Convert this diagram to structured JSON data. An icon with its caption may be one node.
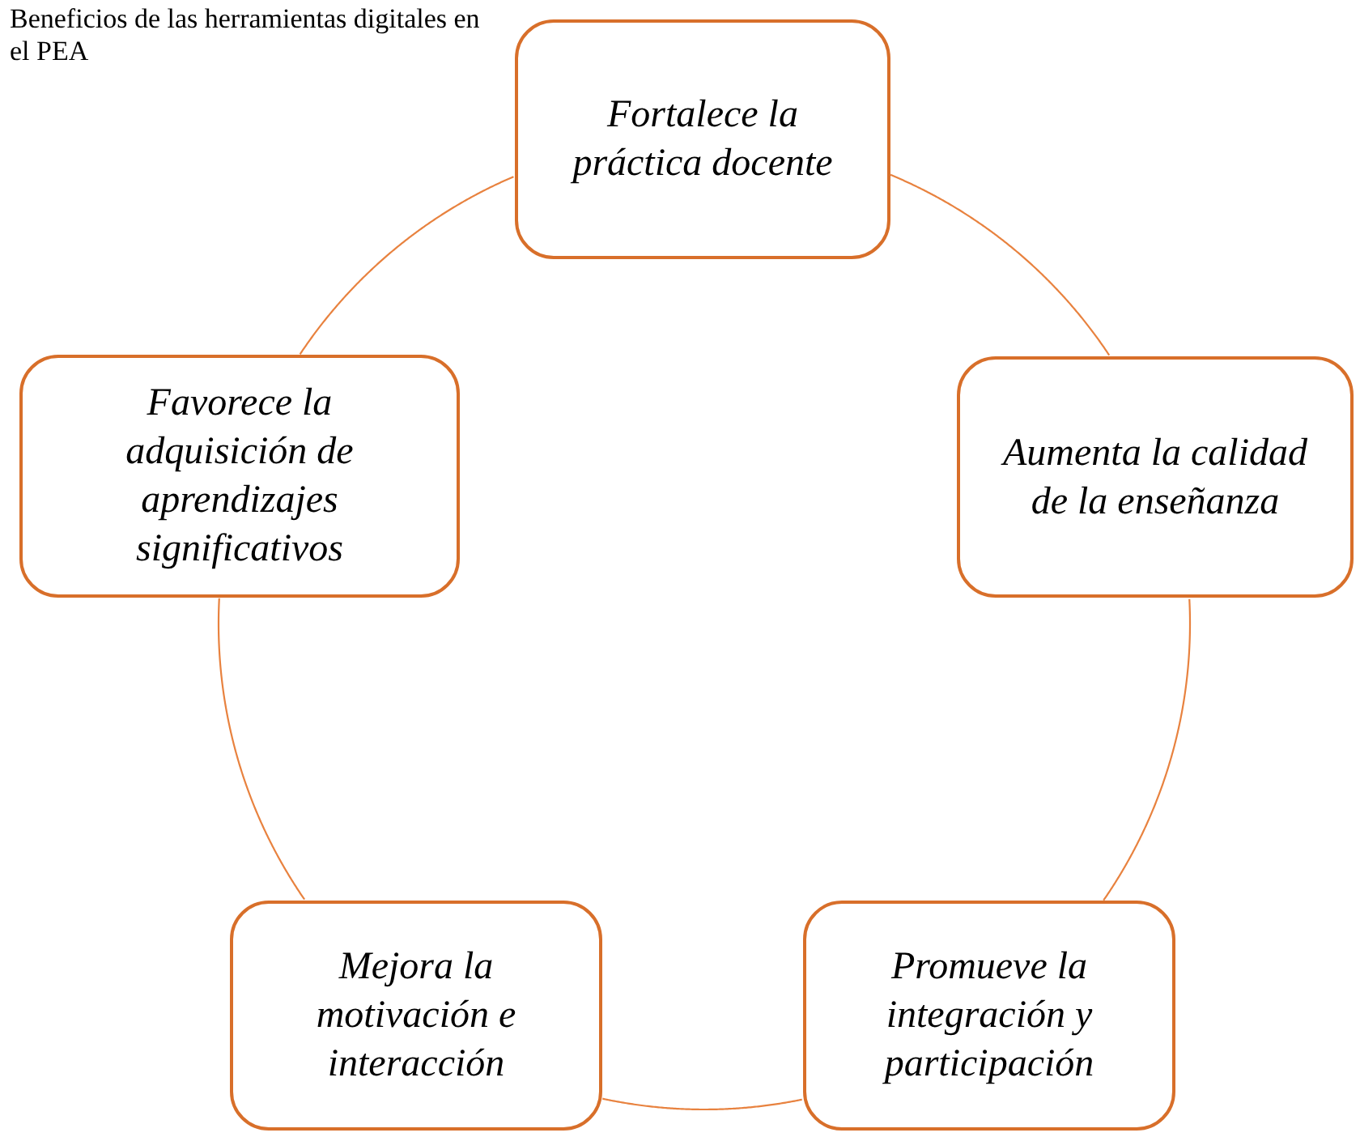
{
  "diagram": {
    "title": "Beneficios de las herramientas digitales en el PEA",
    "nodes": [
      {
        "text": [
          "Fortalece la práctica docente"
        ]
      },
      {
        "text": [
          "Aumenta la calidad de la enseñanza"
        ]
      },
      {
        "text": [
          "Promueve la integración y participación"
        ]
      },
      {
        "text": [
          "Mejora la motivación e interacción"
        ]
      },
      {
        "text": [
          "Favorece la adquisición de aprendizajes significativos"
        ]
      }
    ],
    "edges": [
      {
        "from": 0,
        "to": 1,
        "arrow": "none"
      },
      {
        "from": 1,
        "to": 2,
        "arrow": "none"
      },
      {
        "from": 2,
        "to": 3,
        "arrow": "none"
      },
      {
        "from": 3,
        "to": 4,
        "arrow": "none"
      },
      {
        "from": 4,
        "to": 0,
        "arrow": "none"
      }
    ]
  }
}
